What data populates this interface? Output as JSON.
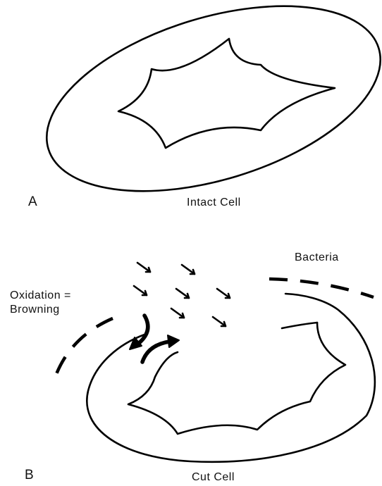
{
  "panel_a": {
    "letter": "A",
    "caption": "Intact Cell"
  },
  "panel_b": {
    "letter": "B",
    "caption": "Cut Cell",
    "bacteria_label": "Bacteria",
    "oxidation_label_line1": "Oxidation =",
    "oxidation_label_line2": "Browning"
  }
}
